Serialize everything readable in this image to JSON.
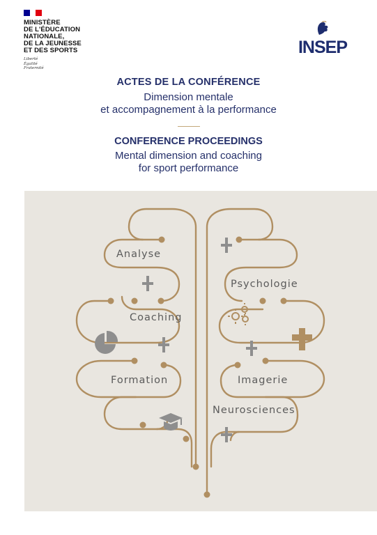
{
  "header": {
    "ministry_lines": [
      "MINISTÈRE",
      "DE L'ÉDUCATION",
      "NATIONALE,",
      "DE LA JEUNESSE",
      "ET DES SPORTS"
    ],
    "motto_lines": [
      "Liberté",
      "Égalité",
      "Fraternité"
    ],
    "insep_logo_text": "INSEP",
    "colors": {
      "flag_blue": "#000091",
      "flag_red": "#e1000f",
      "insep_blue": "#1e2d6e",
      "insep_gold": "#c4a77a"
    }
  },
  "titles": {
    "fr_title": "ACTES DE LA CONFÉRENCE",
    "fr_sub_1": "Dimension mentale",
    "fr_sub_2": "et accompagnement à la performance",
    "en_title": "CONFERENCE PROCEEDINGS",
    "en_sub_1": "Mental dimension and coaching",
    "en_sub_2": "for sport performance",
    "color": "#25306a"
  },
  "illustration": {
    "labels": {
      "analyse": "Analyse",
      "coaching": "Coaching",
      "formation": "Formation",
      "psychologie": "Psychologie",
      "imagerie": "Imagerie",
      "neurosciences": "Neurosciences"
    },
    "icons": [
      "plus-icon",
      "gears-icon",
      "pie-chart-icon",
      "graduation-cap-icon",
      "medical-cross-icon"
    ],
    "colors": {
      "background": "#e9e6e0",
      "line": "#b08f62",
      "label": "#5b5b5b",
      "icon": "#8e8e8e"
    }
  }
}
